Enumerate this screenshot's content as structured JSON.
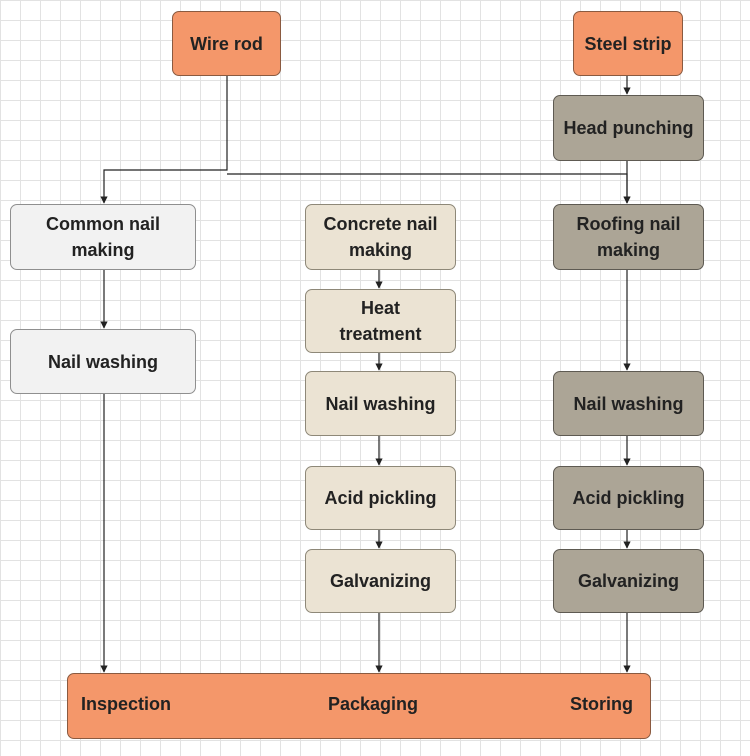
{
  "nodes": {
    "wire_rod": "Wire rod",
    "steel_strip": "Steel strip",
    "head_punching": "Head punching",
    "common_nail_making": "Common nail making",
    "concrete_nail_making": "Concrete nail making",
    "roofing_nail_making": "Roofing nail making",
    "nail_washing_common": "Nail washing",
    "heat_treatment": "Heat treatment",
    "nail_washing_concrete": "Nail washing",
    "acid_pickling_concrete": "Acid pickling",
    "galvanizing_concrete": "Galvanizing",
    "nail_washing_roofing": "Nail washing",
    "acid_pickling_roofing": "Acid pickling",
    "galvanizing_roofing": "Galvanizing"
  },
  "final_stage": {
    "inspection": "Inspection",
    "packaging": "Packaging",
    "storing": "Storing"
  },
  "colors": {
    "raw_material": "#f4976a",
    "common_line": "#f2f2f2",
    "concrete_line": "#ebe3d3",
    "roofing_line": "#aca596",
    "grid": "#e2e2e2"
  }
}
